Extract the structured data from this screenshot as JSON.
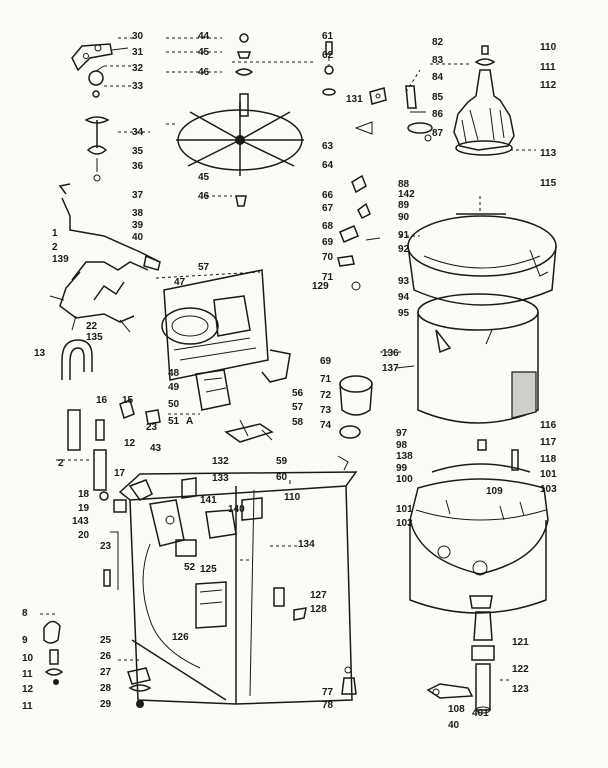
{
  "diagram": {
    "labels": [
      "30",
      "31",
      "32",
      "33",
      "34",
      "35",
      "36",
      "37",
      "38",
      "39",
      "40",
      "44",
      "45",
      "46",
      "45",
      "46",
      "57",
      "61",
      "62",
      "63",
      "64",
      "66",
      "67",
      "68",
      "69",
      "70",
      "71",
      "82",
      "83",
      "84",
      "85",
      "86",
      "87",
      "131",
      "110",
      "111",
      "112",
      "113",
      "115",
      "1",
      "2",
      "139",
      "22",
      "135",
      "13",
      "47",
      "129",
      "88",
      "142",
      "89",
      "90",
      "91",
      "92",
      "93",
      "94",
      "95",
      "48",
      "49",
      "50",
      "56",
      "57",
      "58",
      "51",
      "A",
      "69",
      "71",
      "72",
      "73",
      "74",
      "136",
      "137",
      "16",
      "15",
      "23",
      "12",
      "43",
      "17",
      "18",
      "19",
      "143",
      "20",
      "2",
      "132",
      "133",
      "141",
      "59",
      "60",
      "110",
      "140",
      "134",
      "52",
      "125",
      "97",
      "98",
      "138",
      "99",
      "100",
      "116",
      "117",
      "118",
      "101",
      "103",
      "109",
      "101",
      "103",
      "23",
      "8",
      "9",
      "10",
      "11",
      "12",
      "11",
      "25",
      "126",
      "26",
      "27",
      "28",
      "29",
      "127",
      "128",
      "77",
      "78",
      "121",
      "122",
      "123",
      "108",
      "40",
      "401"
    ]
  }
}
